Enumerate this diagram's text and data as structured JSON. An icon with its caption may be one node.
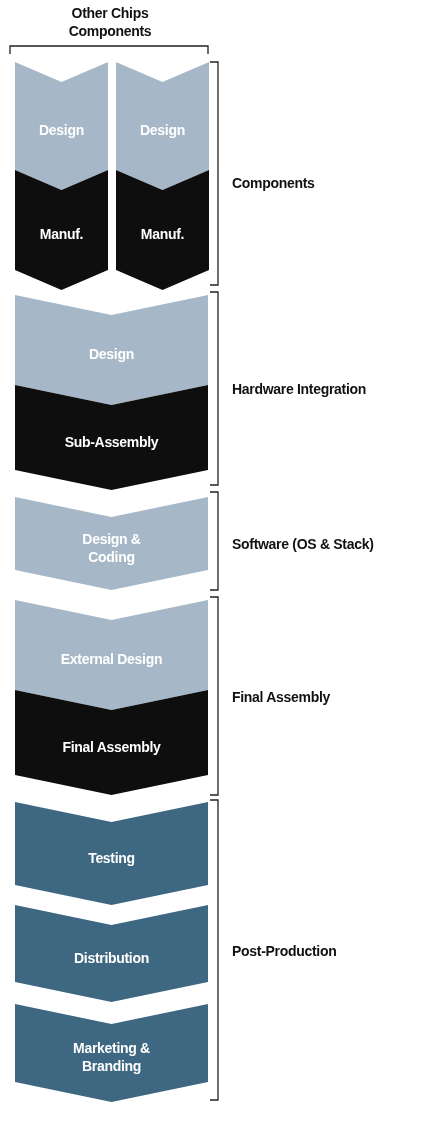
{
  "diagram": {
    "nodes": [
      {
        "text": [
          "Design"
        ]
      },
      {
        "text": [
          "Design"
        ]
      },
      {
        "text": [
          "Manuf."
        ]
      },
      {
        "text": [
          "Manuf."
        ]
      },
      {
        "text": [
          "Design"
        ]
      },
      {
        "text": [
          "Sub-Assembly"
        ]
      },
      {
        "text": [
          "Design & Coding"
        ]
      },
      {
        "text": [
          "External Design"
        ]
      },
      {
        "text": [
          "Final Assembly"
        ]
      },
      {
        "text": [
          "Testing"
        ]
      },
      {
        "text": [
          "Distribution"
        ]
      },
      {
        "text": [
          "Marketing & Branding"
        ]
      }
    ],
    "labels": [
      "Other Chips Components",
      "Components",
      "Hardware Integration",
      "Software (OS & Stack)",
      "Final Assembly",
      "Post-Production"
    ]
  }
}
